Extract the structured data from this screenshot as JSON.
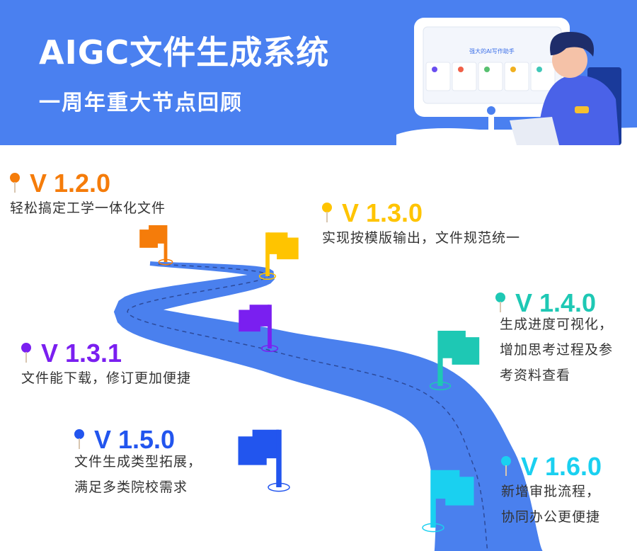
{
  "header": {
    "title": "AIGC文件生成系统",
    "subtitle": "一周年重大节点回顾"
  },
  "illustration": {
    "screen_heading": "强大的AI写作助手"
  },
  "colors": {
    "header": "#4a80f0",
    "road": "#4a80ee"
  },
  "milestones": [
    {
      "version": "V 1.2.0",
      "lines": [
        "轻松搞定工学一体化文件"
      ],
      "color": "#f57c0a"
    },
    {
      "version": "V 1.3.0",
      "lines": [
        "实现按模版输出，文件规范统一"
      ],
      "color": "#ffc400"
    },
    {
      "version": "V 1.3.1",
      "lines": [
        "文件能下载，修订更加便捷"
      ],
      "color": "#7a1ff0"
    },
    {
      "version": "V 1.4.0",
      "lines": [
        "生成进度可视化，",
        "增加思考过程及参",
        "考资料查看"
      ],
      "color": "#1ec8b4"
    },
    {
      "version": "V 1.5.0",
      "lines": [
        "文件生成类型拓展，",
        "满足多类院校需求"
      ],
      "color": "#2255ee"
    },
    {
      "version": "V 1.6.0",
      "lines": [
        "新增审批流程，",
        "协同办公更便捷"
      ],
      "color": "#1ad0f0"
    }
  ]
}
